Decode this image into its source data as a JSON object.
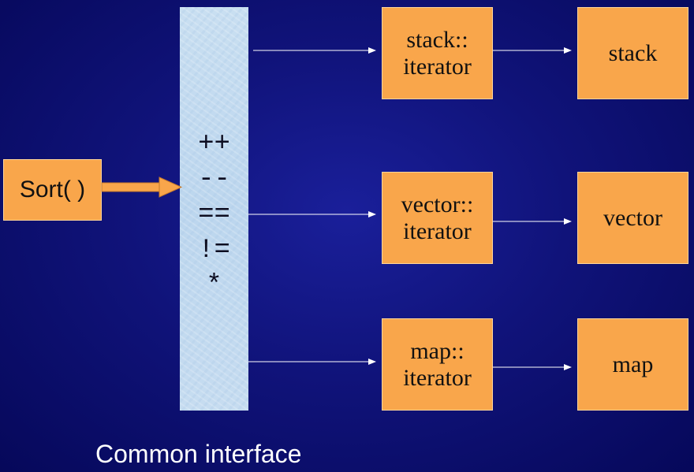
{
  "caller": {
    "label": "Sort( )"
  },
  "interface": {
    "operators": [
      "++",
      "--",
      "==",
      "!=",
      "*"
    ],
    "caption": "Common interface"
  },
  "iterators": [
    {
      "line1": "stack::",
      "line2": "iterator"
    },
    {
      "line1": "vector::",
      "line2": "iterator"
    },
    {
      "line1": "map::",
      "line2": "iterator"
    }
  ],
  "containers": [
    "stack",
    "vector",
    "map"
  ],
  "colors": {
    "box_fill": "#f9a64b",
    "interface_fill": "#c3dbef",
    "background": "#10137a",
    "arrow": "#ffffff",
    "sort_arrow": "#f9a64b"
  }
}
